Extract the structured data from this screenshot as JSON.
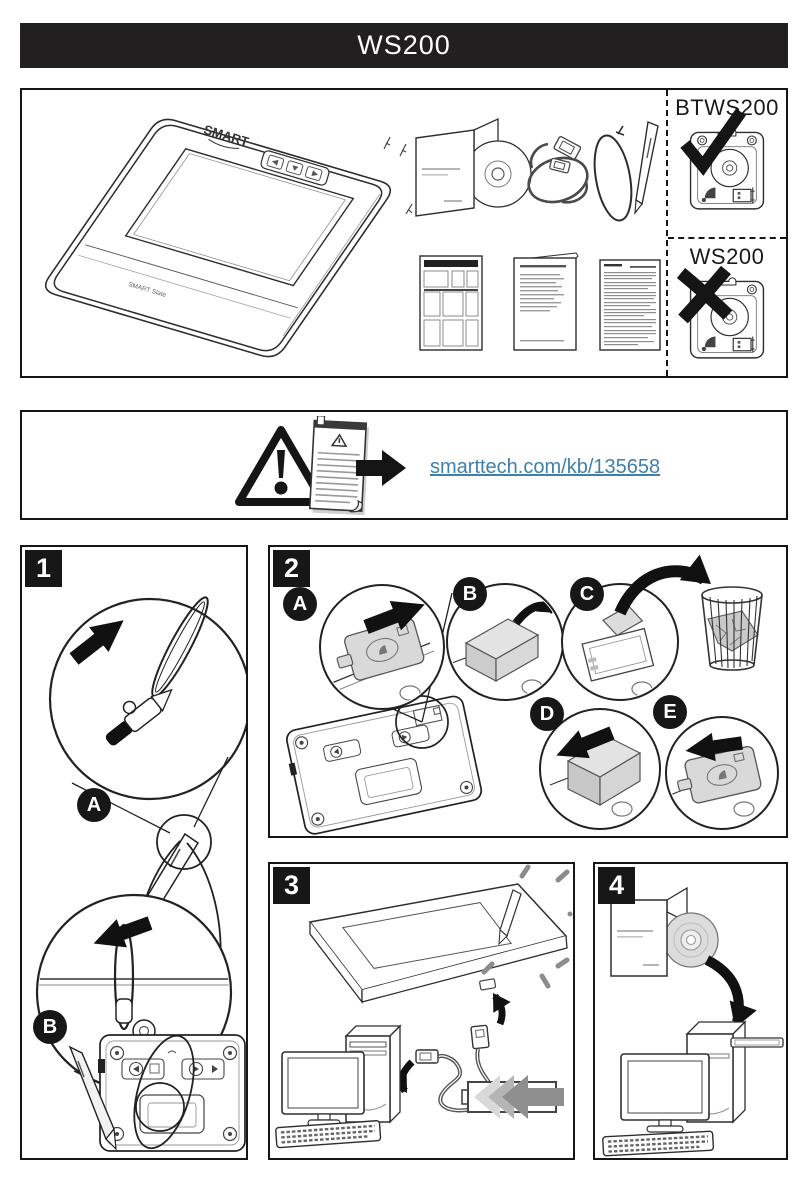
{
  "page": {
    "title": "WS200"
  },
  "contents_panel": {
    "tablet": {
      "logo": "SMART",
      "label": "SMART Slate"
    },
    "item_icons": [
      "slate-tablet",
      "tethered-pen",
      "cd-sleeve-with-disc",
      "usb-cable",
      "pen-tether-loop",
      "quick-start-guide",
      "contents-booklet",
      "warranty-sheet"
    ],
    "variants": [
      {
        "label": "BTWS200",
        "mark": "check",
        "icon": "blister-pack-cd-and-receiver"
      },
      {
        "label": "WS200",
        "mark": "cross",
        "icon": "blister-pack-cd-and-receiver"
      }
    ]
  },
  "notice_panel": {
    "icons": [
      "warning-triangle-icon",
      "notepad-icon",
      "arrow-right-icon"
    ],
    "link": "smarttech.com/kb/135658"
  },
  "steps": [
    {
      "number": "1",
      "substeps": [
        "A",
        "B"
      ]
    },
    {
      "number": "2",
      "substeps": [
        "A",
        "B",
        "C",
        "D",
        "E"
      ]
    },
    {
      "number": "3",
      "substeps": []
    },
    {
      "number": "4",
      "substeps": []
    }
  ],
  "colors": {
    "ink": "#1a1a1a",
    "link_blue": "#3f7fae",
    "gray_light": "#d9d9d9",
    "gray_mid": "#b5b5b5",
    "gray_dark": "#8f8f8f"
  }
}
